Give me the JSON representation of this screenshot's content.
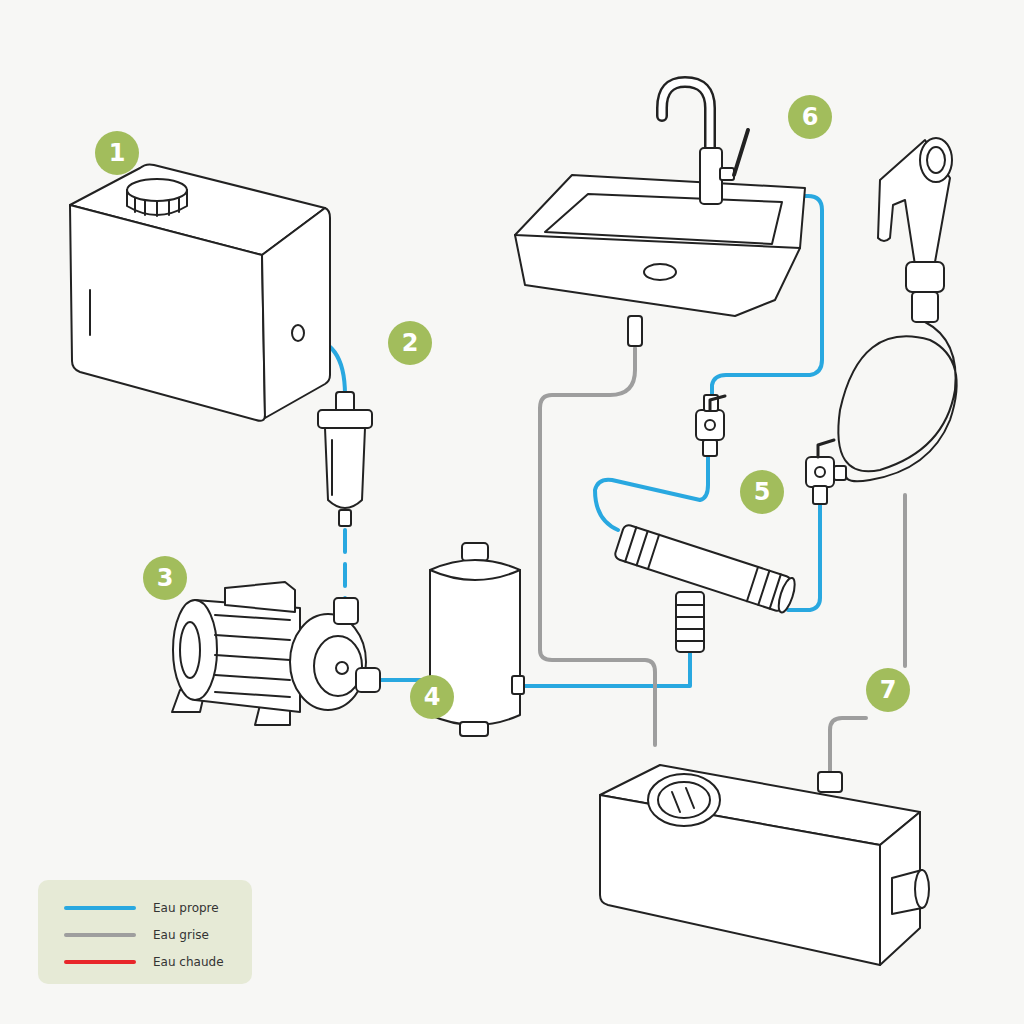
{
  "diagram": {
    "labels": [
      "1",
      "2",
      "3",
      "4",
      "5",
      "6",
      "7"
    ],
    "legend": [
      {
        "text": "Eau propre",
        "color": "#29a8e0"
      },
      {
        "text": "Eau grise",
        "color": "#9e9e9e"
      },
      {
        "text": "Eau chaude",
        "color": "#e8262a"
      }
    ]
  }
}
